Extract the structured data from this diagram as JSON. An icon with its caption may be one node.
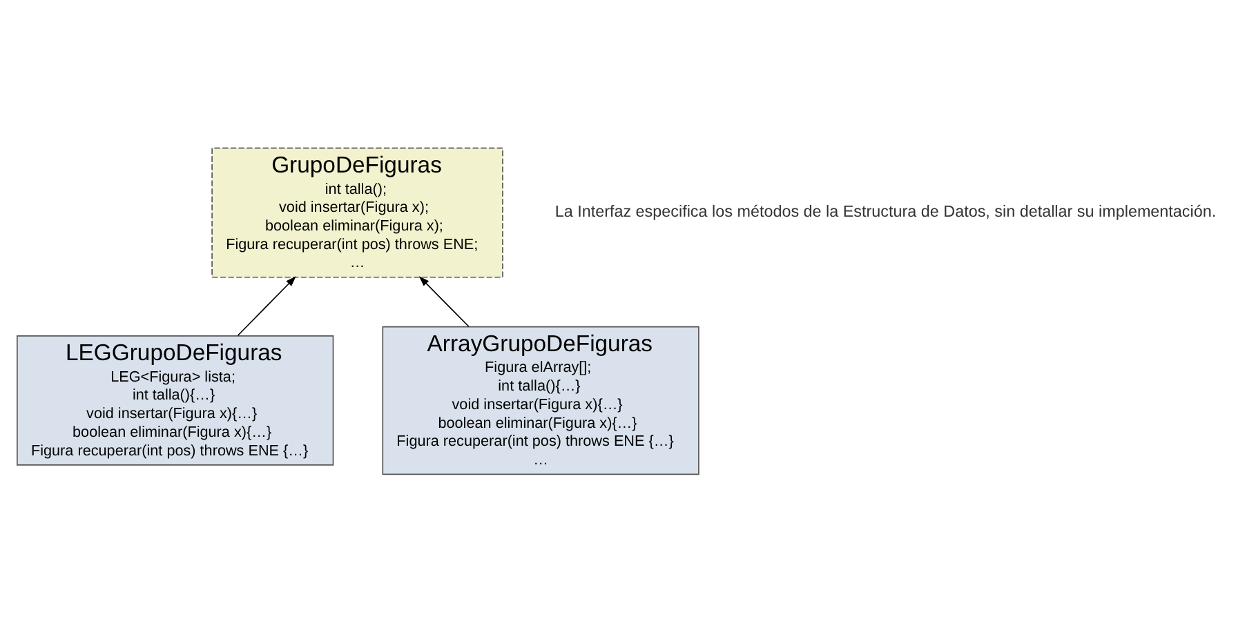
{
  "diagram": {
    "nodes": [
      {
        "text": [
          "GrupoDeFiguras",
          "int talla();",
          "void insertar(Figura x);",
          "boolean eliminar(Figura x);",
          "Figura recuperar(int pos) throws ENE;",
          "…"
        ]
      },
      {
        "text": [
          "LEGGrupoDeFiguras",
          "LEG<Figura> lista;",
          "int talla(){…}",
          "void insertar(Figura x){…}",
          "boolean eliminar(Figura x){…}",
          "Figura recuperar(int pos) throws ENE {…}"
        ]
      },
      {
        "text": [
          "ArrayGrupoDeFiguras",
          "Figura elArray[];",
          "int talla(){…}",
          "void insertar(Figura x){…}",
          "boolean eliminar(Figura x){…}",
          "Figura recuperar(int pos) throws ENE {…}",
          "…"
        ]
      }
    ],
    "edges": [
      {
        "from": 1,
        "to": 0,
        "arrow": "to"
      },
      {
        "from": 2,
        "to": 0,
        "arrow": "to"
      }
    ],
    "labels": [
      "La Interfaz especifica los métodos de la Estructura de Datos, sin detallar su implementación."
    ]
  }
}
